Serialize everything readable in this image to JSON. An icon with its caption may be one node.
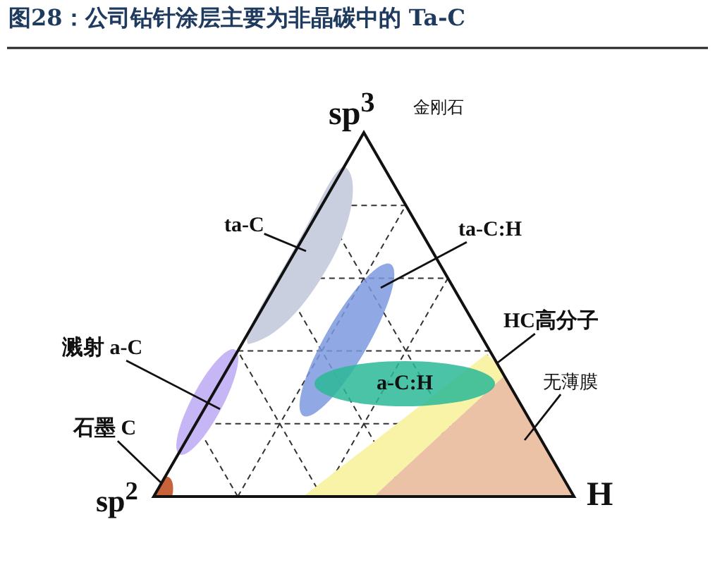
{
  "diagram": {
    "title": "图28：公司钻针涂层主要为非晶碳中的 Ta-C",
    "nodes": [
      {
        "text": [
          "ta-C"
        ]
      },
      {
        "text": [],
        "shape": "blob"
      },
      {
        "text": [
          "ta-C:H"
        ]
      },
      {
        "text": [],
        "shape": "ellipse"
      },
      {
        "text": [
          "a-C:H"
        ]
      },
      {
        "text": [
          "HC高分子"
        ]
      },
      {
        "text": [],
        "shape": "band"
      },
      {
        "text": [
          "无薄膜"
        ]
      },
      {
        "text": [],
        "shape": "region"
      },
      {
        "text": [
          "溅射 a-C"
        ]
      },
      {
        "text": [],
        "shape": "ellipse"
      },
      {
        "text": [
          "石墨 C"
        ]
      },
      {
        "text": [],
        "shape": "region"
      }
    ],
    "edges": [
      {
        "from": 0,
        "to": 1,
        "arrow": "none"
      },
      {
        "from": 2,
        "to": 3,
        "arrow": "none"
      },
      {
        "from": 5,
        "to": 6,
        "arrow": "none"
      },
      {
        "from": 7,
        "to": 8,
        "arrow": "none"
      },
      {
        "from": 9,
        "to": 10,
        "arrow": "none"
      },
      {
        "from": 11,
        "to": 12,
        "arrow": "none"
      }
    ],
    "labels": [
      "sp$^{3}$",
      "金刚石",
      "sp$^{2}$",
      "H"
    ]
  }
}
